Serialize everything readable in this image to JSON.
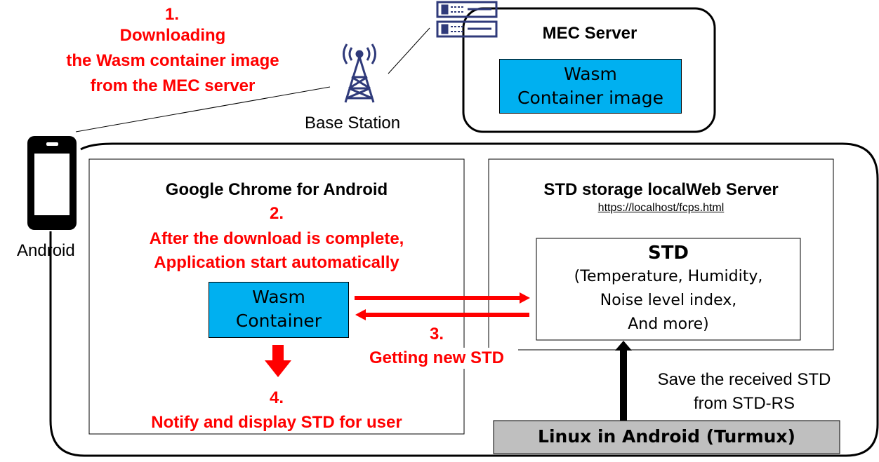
{
  "step1": {
    "number": "1.",
    "lines": [
      "Downloading",
      "the Wasm container image",
      "from the MEC server"
    ]
  },
  "base_station": {
    "label": "Base Station"
  },
  "mec_server": {
    "title": "MEC Server",
    "image_lines": [
      "Wasm",
      "Container image"
    ]
  },
  "android": {
    "label": "Android"
  },
  "chrome": {
    "title": "Google Chrome for Android",
    "step2": {
      "number": "2.",
      "lines": [
        "After the download is complete,",
        "Application start automatically"
      ]
    },
    "container_lines": [
      "Wasm",
      "Container"
    ],
    "step4": {
      "number": "4.",
      "text": "Notify and display STD for user"
    }
  },
  "step3": {
    "number": "3.",
    "text": "Getting new STD"
  },
  "local_server": {
    "title": "STD storage localWeb Server",
    "url": "https://localhost/fcps.html",
    "std_title": "STD",
    "std_lines": [
      "(Temperature, Humidity,",
      "Noise level index,",
      "And more)"
    ]
  },
  "save_note": {
    "lines": [
      "Save the received STD",
      "from STD-RS"
    ]
  },
  "linux": {
    "label": "Linux in Android (Turmux)"
  },
  "colors": {
    "red": "#ff0000",
    "blue": "#00b0f0",
    "gray": "#bfbfbf"
  }
}
